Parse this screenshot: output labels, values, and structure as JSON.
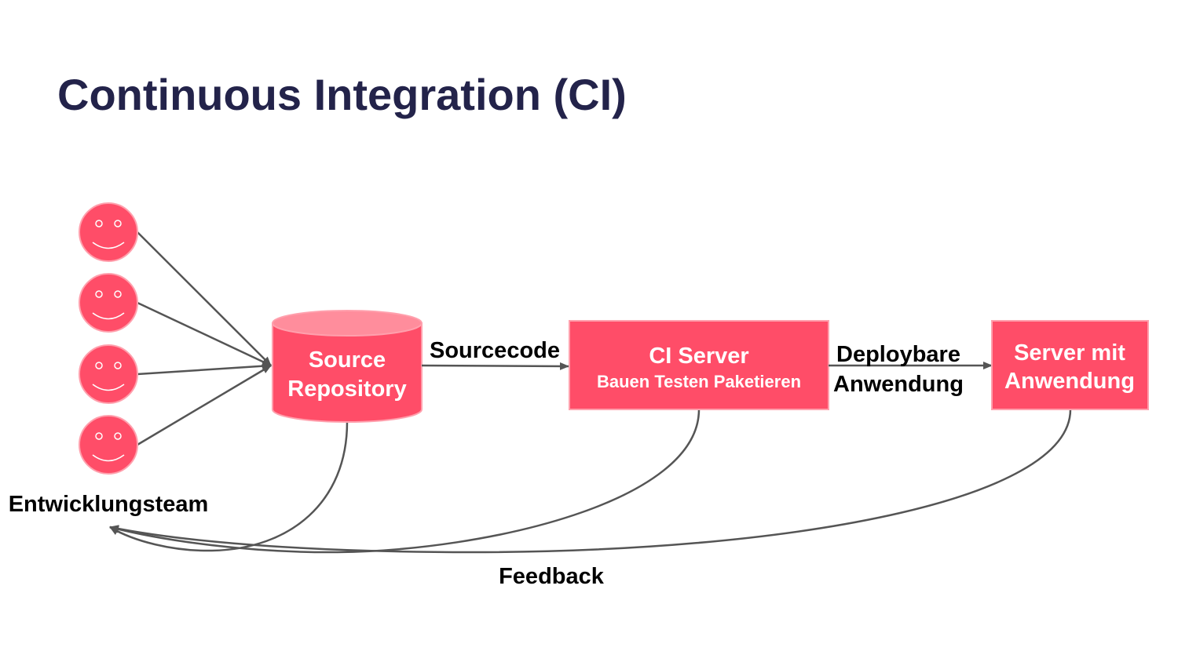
{
  "title": "Continuous Integration (CI)",
  "colors": {
    "title": "#23234a",
    "node_fill": "#ff4d68",
    "node_stroke": "#ffa0ad",
    "cylinder_top": "#ff8d9c",
    "arrow": "#555555"
  },
  "team": {
    "label": "Entwicklungsteam",
    "member_icon": "smiley-face-icon",
    "member_count": 4
  },
  "repository": {
    "line1": "Source",
    "line2": "Repository"
  },
  "edge_source": {
    "label": "Sourcecode"
  },
  "ci_server": {
    "title": "CI Server",
    "subtitle": "Bauen Testen Paketieren"
  },
  "edge_deploy": {
    "line1": "Deploybare",
    "line2": "Anwendung"
  },
  "app_server": {
    "line1": "Server mit",
    "line2": "Anwendung"
  },
  "feedback": {
    "label": "Feedback"
  }
}
